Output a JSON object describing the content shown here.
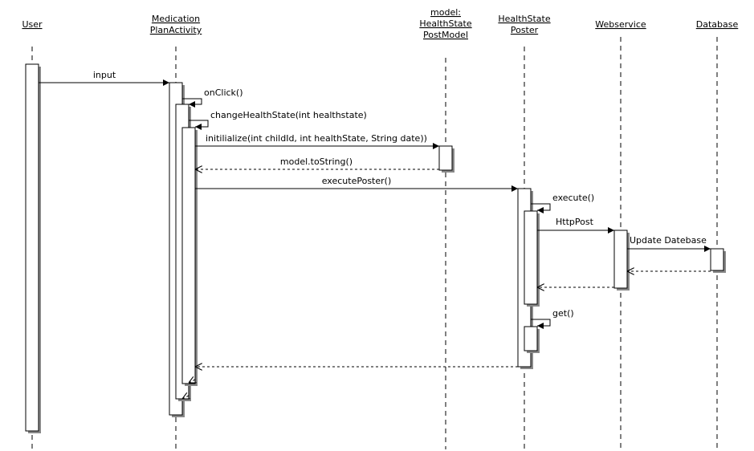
{
  "diagram_type": "UML sequence diagram",
  "participants": [
    {
      "id": "user",
      "label_lines": [
        "User"
      ]
    },
    {
      "id": "activity",
      "label_lines": [
        "Medication",
        "PlanActivity"
      ]
    },
    {
      "id": "model",
      "label_lines": [
        "model:",
        "HealthState",
        "PostModel"
      ]
    },
    {
      "id": "poster",
      "label_lines": [
        "HealthState",
        "Poster"
      ]
    },
    {
      "id": "webservice",
      "label_lines": [
        "Webservice"
      ]
    },
    {
      "id": "database",
      "label_lines": [
        "Database"
      ]
    }
  ],
  "messages": [
    {
      "id": "input",
      "from": "user",
      "to": "activity",
      "label": "input",
      "kind": "sync"
    },
    {
      "id": "onclick",
      "from": "activity",
      "to": "activity",
      "label": "onClick()",
      "kind": "self"
    },
    {
      "id": "change",
      "from": "activity",
      "to": "activity",
      "label": "changeHealthState(int healthstate)",
      "kind": "self"
    },
    {
      "id": "init",
      "from": "activity",
      "to": "model",
      "label": "initilialize(int childId, int healthState, String date))",
      "kind": "sync"
    },
    {
      "id": "tostring",
      "from": "model",
      "to": "activity",
      "label": "model.toString()",
      "kind": "return"
    },
    {
      "id": "executeposter",
      "from": "activity",
      "to": "poster",
      "label": "executePoster()",
      "kind": "sync"
    },
    {
      "id": "execute",
      "from": "poster",
      "to": "poster",
      "label": "execute()",
      "kind": "self"
    },
    {
      "id": "httppost",
      "from": "poster",
      "to": "webservice",
      "label": "HttpPost",
      "kind": "sync"
    },
    {
      "id": "update",
      "from": "webservice",
      "to": "database",
      "label": "Update Datebase",
      "kind": "sync"
    },
    {
      "id": "db-return",
      "from": "database",
      "to": "webservice",
      "label": "",
      "kind": "return"
    },
    {
      "id": "ws-return",
      "from": "webservice",
      "to": "poster",
      "label": "",
      "kind": "return"
    },
    {
      "id": "get",
      "from": "poster",
      "to": "poster",
      "label": "get()",
      "kind": "self"
    },
    {
      "id": "poster-return",
      "from": "poster",
      "to": "activity",
      "label": "",
      "kind": "return"
    },
    {
      "id": "change-return",
      "from": "activity",
      "to": "activity",
      "label": "",
      "kind": "return"
    },
    {
      "id": "onclick-return",
      "from": "activity",
      "to": "activity",
      "label": "",
      "kind": "return"
    }
  ]
}
